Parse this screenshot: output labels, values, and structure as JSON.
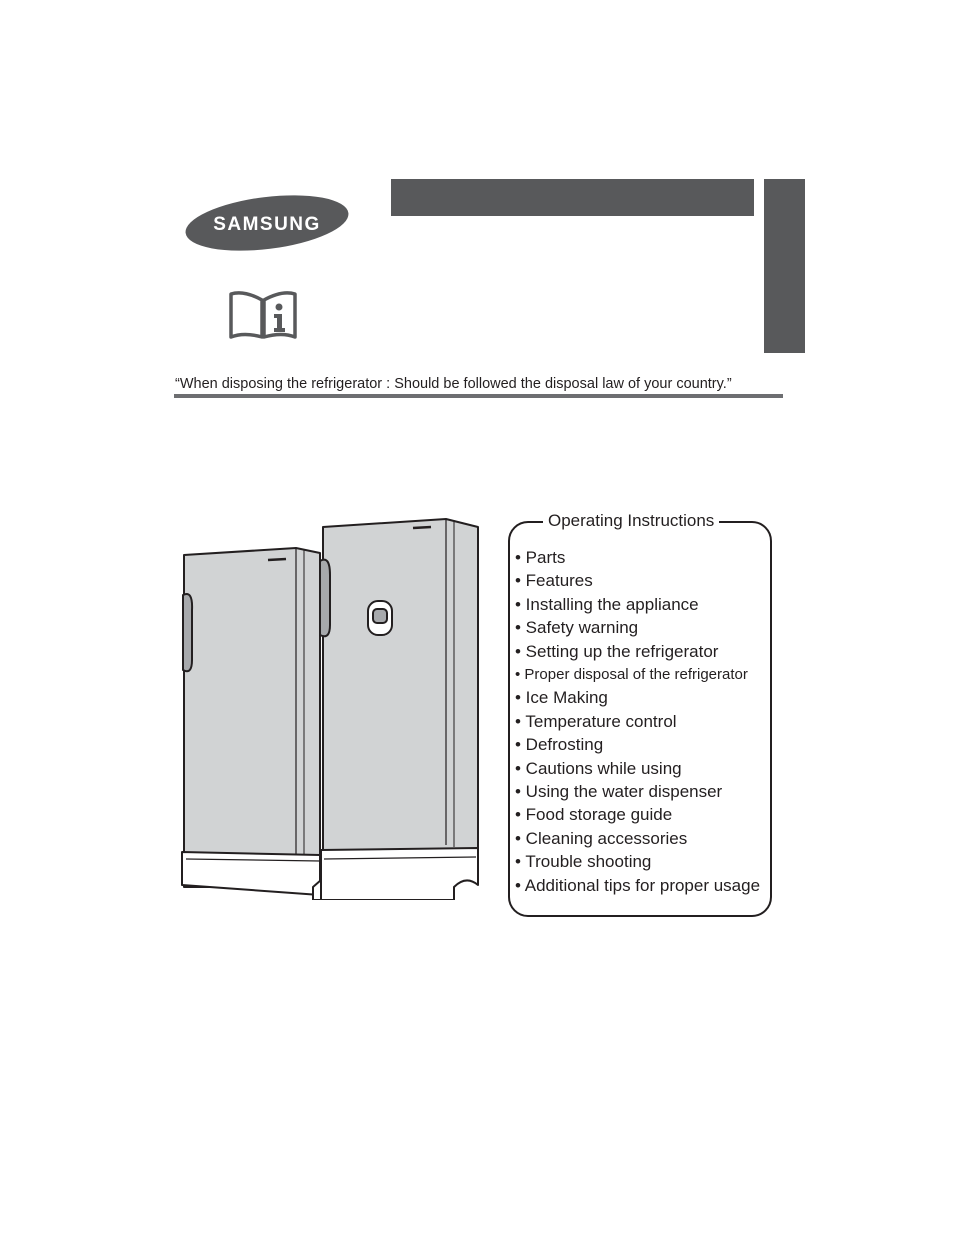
{
  "header": {
    "brand": "SAMSUNG",
    "colors": {
      "bar": "#58595b",
      "logo_fill": "#58595b",
      "logo_text": "#ffffff"
    },
    "info_icon": "book-info-icon"
  },
  "disposal_note": "“When disposing the refrigerator : Should be followed the disposal law of your country.”",
  "instructions": {
    "title": "Operating Instructions",
    "items": [
      "• Parts",
      "• Features",
      "• Installing the appliance",
      "• Safety warning",
      "• Setting up the refrigerator",
      "• Proper disposal of the refrigerator",
      "• Ice Making",
      "• Temperature control",
      "• Defrosting",
      "• Cautions while using",
      "• Using the water dispenser",
      "• Food storage guide",
      "• Cleaning accessories",
      "• Trouble shooting",
      "• Additional tips for proper usage"
    ]
  }
}
